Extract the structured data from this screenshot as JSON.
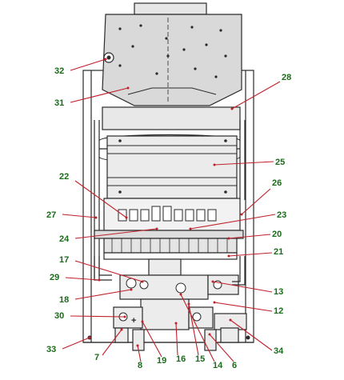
{
  "diagram": {
    "colors": {
      "label_text": "#1a6b1a",
      "leader_line": "#c0202a",
      "drawing_line": "#2a2a2a",
      "housing_fill": "#d9d9d9",
      "exchanger_fill": "#e8e8e8"
    },
    "callouts": [
      {
        "id": "32",
        "text": "32"
      },
      {
        "id": "31",
        "text": "31"
      },
      {
        "id": "28",
        "text": "28"
      },
      {
        "id": "25",
        "text": "25"
      },
      {
        "id": "22",
        "text": "22"
      },
      {
        "id": "26",
        "text": "26"
      },
      {
        "id": "27",
        "text": "27"
      },
      {
        "id": "23",
        "text": "23"
      },
      {
        "id": "24",
        "text": "24"
      },
      {
        "id": "20",
        "text": "20"
      },
      {
        "id": "21",
        "text": "21"
      },
      {
        "id": "17",
        "text": "17"
      },
      {
        "id": "29",
        "text": "29"
      },
      {
        "id": "13",
        "text": "13"
      },
      {
        "id": "18",
        "text": "18"
      },
      {
        "id": "12",
        "text": "12"
      },
      {
        "id": "30",
        "text": "30"
      },
      {
        "id": "33",
        "text": "33"
      },
      {
        "id": "34",
        "text": "34"
      },
      {
        "id": "7",
        "text": "7"
      },
      {
        "id": "8",
        "text": "8"
      },
      {
        "id": "19",
        "text": "19"
      },
      {
        "id": "16",
        "text": "16"
      },
      {
        "id": "15",
        "text": "15"
      },
      {
        "id": "14",
        "text": "14"
      },
      {
        "id": "6",
        "text": "6"
      }
    ]
  }
}
